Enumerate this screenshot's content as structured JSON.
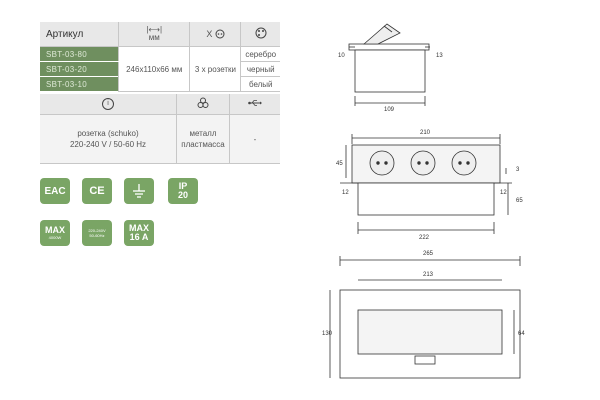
{
  "spec_table": {
    "header": {
      "article": "Артикул",
      "dimensions_unit": "мм",
      "outlets_symbol": "X",
      "colors_symbol": ""
    },
    "articles": [
      "SBT-03-80",
      "SBT-03-20",
      "SBT-03-10"
    ],
    "dimensions": "246x110x66 мм",
    "outlets": "3 x розетки",
    "colors": [
      "серебро",
      "черный",
      "белый"
    ],
    "info_header": {
      "info_icon": "i",
      "material_icon": "material-icon",
      "usb_icon": "usb-icon"
    },
    "description": [
      "розетка (schuko)",
      "220-240 V / 50-60 Hz"
    ],
    "material": [
      "металл",
      "пластмасса"
    ],
    "usb": "-"
  },
  "badges": [
    {
      "id": "eac",
      "text": "EAC"
    },
    {
      "id": "ce",
      "text": "CE"
    },
    {
      "id": "ground",
      "text": ""
    },
    {
      "id": "ip",
      "line1": "IP",
      "line2": "20"
    },
    {
      "id": "max-power",
      "line1": "MAX",
      "line2": "4000W"
    },
    {
      "id": "voltage",
      "line1": "220-240V",
      "line2": "50-60Hz"
    },
    {
      "id": "max-current",
      "line1": "MAX",
      "line2": "16 A"
    }
  ],
  "drawing": {
    "top_view": {
      "left": "10",
      "right": "13",
      "width": "109"
    },
    "front_view": {
      "total": "210",
      "height": "45",
      "right_top": "3",
      "side_left": "12",
      "side_right": "12",
      "body_height": "65",
      "body_width": "222"
    },
    "plan_view": {
      "outer_width": "265",
      "inner_width": "213",
      "height": "130",
      "inner_height": "64"
    }
  },
  "colors": {
    "accent": "#7aa565",
    "article_bg": "#6f8f5f",
    "header_bg": "#e8e8e8"
  }
}
